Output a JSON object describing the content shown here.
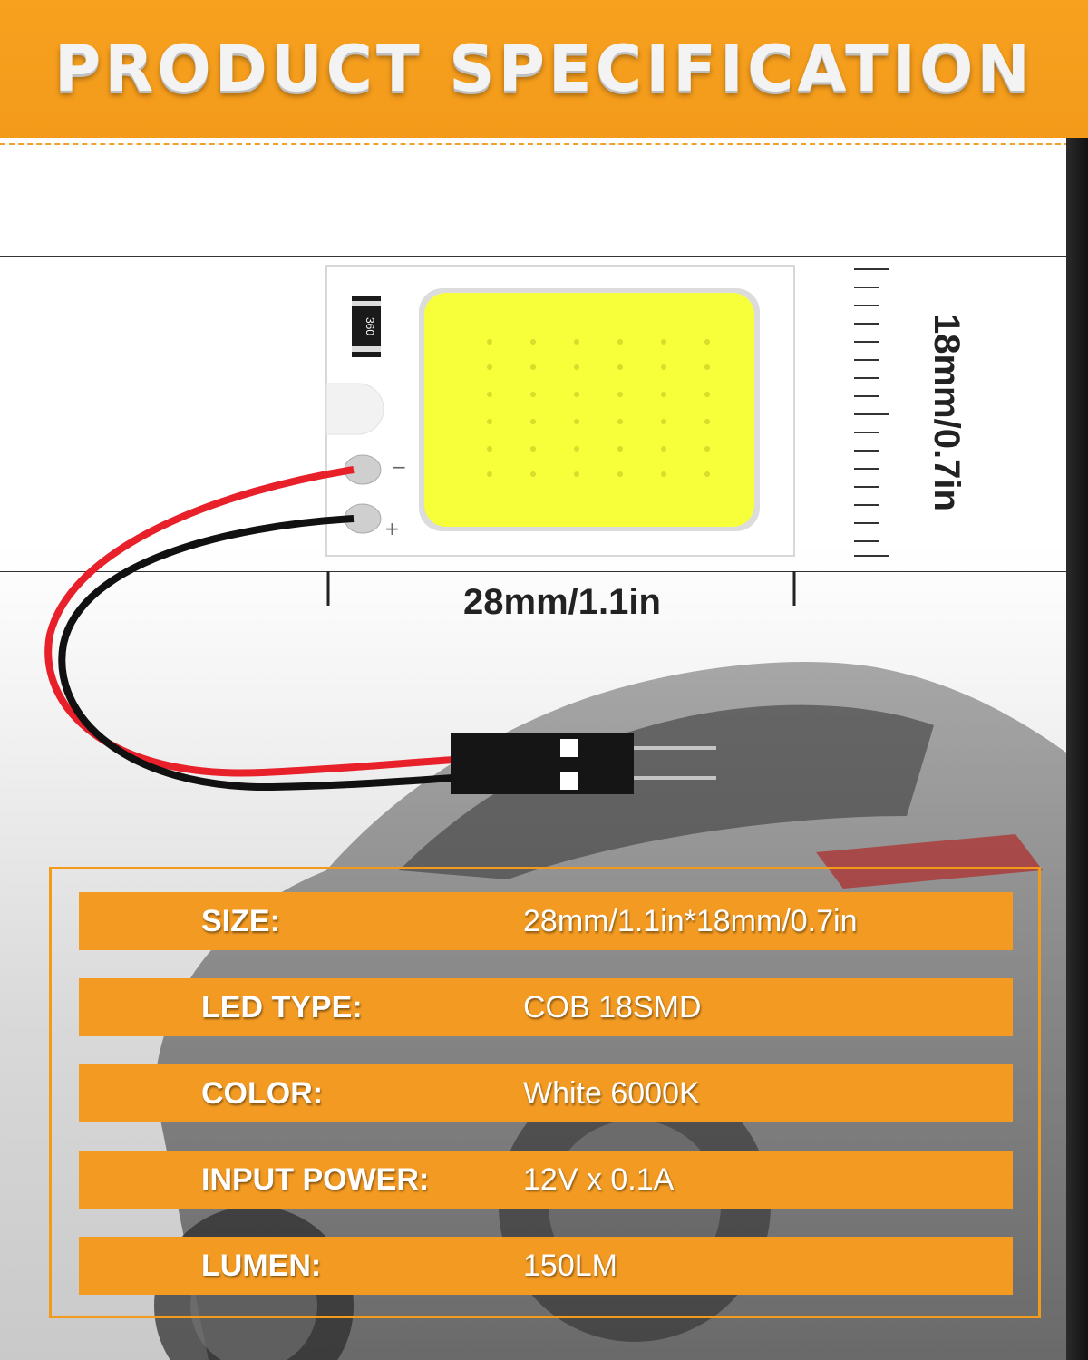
{
  "header": {
    "title": "PRODUCT SPECIFICATION"
  },
  "dimensions": {
    "width_label": "28mm/1.1in",
    "height_label": "18mm/0.7in"
  },
  "board_marking": "360",
  "terminals": {
    "negative": "−",
    "positive": "+"
  },
  "specs": [
    {
      "key": "SIZE:",
      "value": "28mm/1.1in*18mm/0.7in"
    },
    {
      "key": "LED TYPE:",
      "value": "COB 18SMD"
    },
    {
      "key": "COLOR:",
      "value": "White 6000K"
    },
    {
      "key": "INPUT POWER:",
      "value": "12V x 0.1A"
    },
    {
      "key": "LUMEN:",
      "value": "150LM"
    }
  ],
  "colors": {
    "accent": "#f39a1a",
    "led": "#f6ff3a",
    "wire_red": "#e8202a",
    "wire_black": "#111111"
  }
}
